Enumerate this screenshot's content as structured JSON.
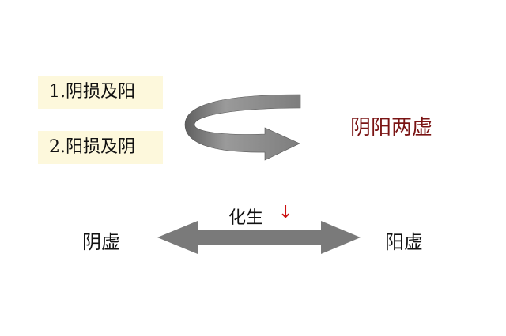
{
  "items": [
    {
      "label": "1.阴损及阳"
    },
    {
      "label": "2.阳损及阴"
    }
  ],
  "conclusion": "阴阳两虚",
  "left_label": "阴虚",
  "right_label": "阳虚",
  "transform_label": "化生",
  "down_arrow_glyph": "↓",
  "colors": {
    "box_fill": "#fdf8dc",
    "conclusion_text": "#7a1414",
    "arrow_gray": "#7a7a7a",
    "down_arrow": "#cc1111"
  }
}
